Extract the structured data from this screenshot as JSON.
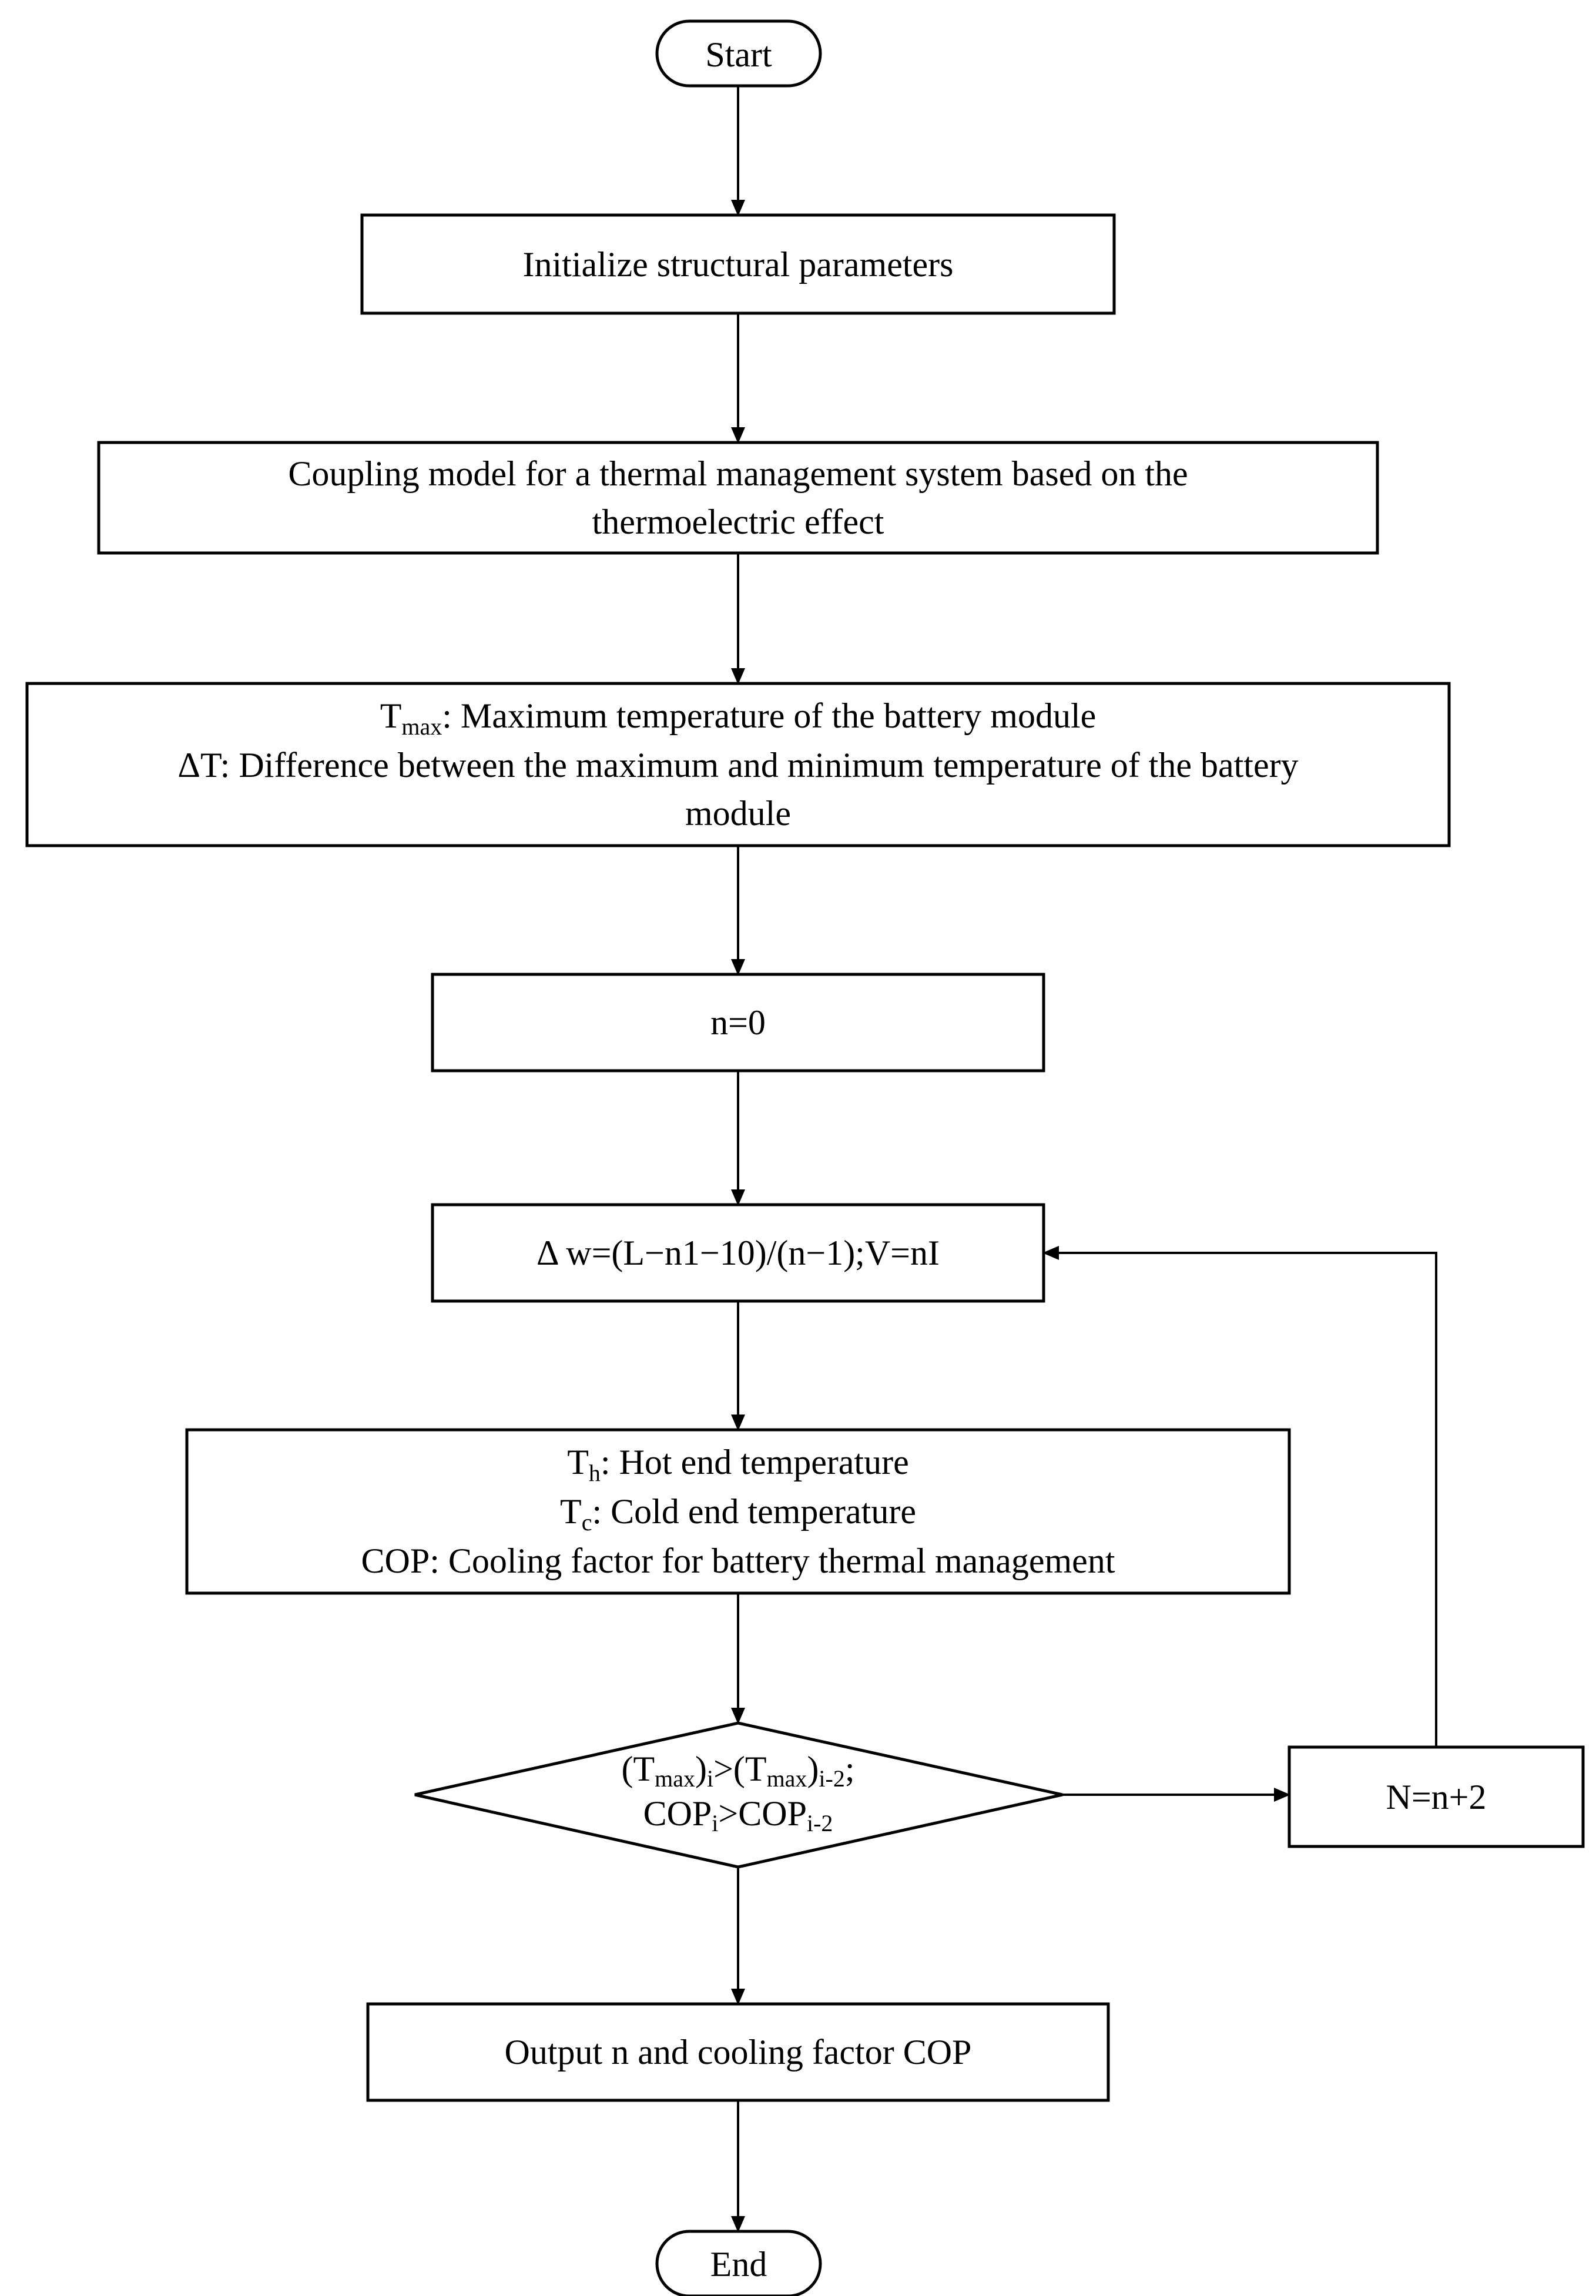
{
  "flowchart": {
    "start": "Start",
    "init": "Initialize structural parameters",
    "coupling": {
      "line1": "Coupling model for a thermal management system based on the",
      "line2": "thermoelectric effect"
    },
    "metrics": {
      "tmax_symbol": "T",
      "tmax_sub": "max",
      "tmax_text": ": Maximum temperature of the battery module",
      "delta_line1": "ΔT: Difference between the maximum and minimum temperature of the battery",
      "delta_line2": "module"
    },
    "n_init": "n=0",
    "update": "Δ w=(L−n1−10)/(n−1);V=nI",
    "temps": {
      "th_symbol": "T",
      "th_sub": "h",
      "th_text": ":  Hot end temperature",
      "tc_symbol": "T",
      "tc_sub": "c",
      "tc_text": ": Cold end temperature",
      "cop": "COP: Cooling factor for battery thermal management"
    },
    "decision": {
      "l1_a": "(T",
      "l1_b": "max",
      "l1_c": ")",
      "l1_d": "i",
      "l1_e": ">(T",
      "l1_f": "max",
      "l1_g": ")",
      "l1_h": "i-2",
      "l1_i": ";",
      "l2_a": "COP",
      "l2_b": "i",
      "l2_c": ">COP",
      "l2_d": "i-2"
    },
    "increment": "N=n+2",
    "output": "Output n and cooling factor COP",
    "end": "End"
  }
}
